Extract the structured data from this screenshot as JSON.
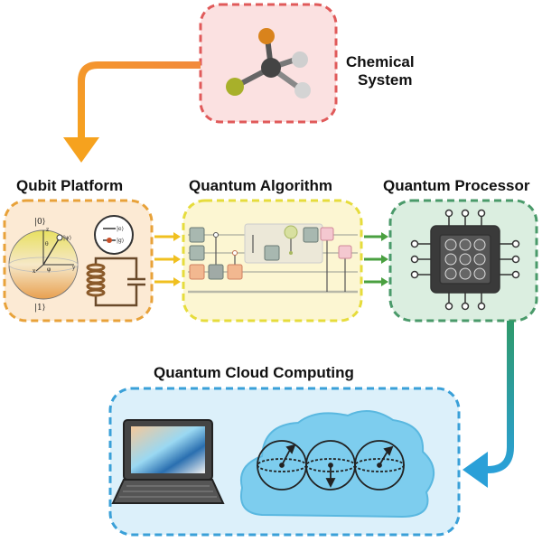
{
  "nodes": {
    "chemical": {
      "label_line1": "Chemical",
      "label_line2": "System"
    },
    "qubit": {
      "label": "Qubit Platform",
      "ket0": "|0⟩",
      "ket1": "|1⟩",
      "kete": "|e⟩",
      "ketg": "|g⟩",
      "psi": "|ψ⟩",
      "theta": "θ",
      "phi": "φ",
      "x": "x",
      "y": "y",
      "z": "z"
    },
    "algorithm": {
      "label": "Quantum Algorithm"
    },
    "processor": {
      "label": "Quantum Processor"
    },
    "cloud": {
      "label": "Quantum Cloud Computing"
    }
  },
  "colors": {
    "chemical": "#e05a5a",
    "qubit": "#e8a23a",
    "algorithm": "#e6dc3c",
    "processor": "#4a9a6a",
    "cloud": "#3aa0d8"
  },
  "edges": [
    {
      "from": "chemical",
      "to": "qubit"
    },
    {
      "from": "qubit",
      "to": "algorithm"
    },
    {
      "from": "algorithm",
      "to": "processor"
    },
    {
      "from": "processor",
      "to": "cloud"
    }
  ]
}
